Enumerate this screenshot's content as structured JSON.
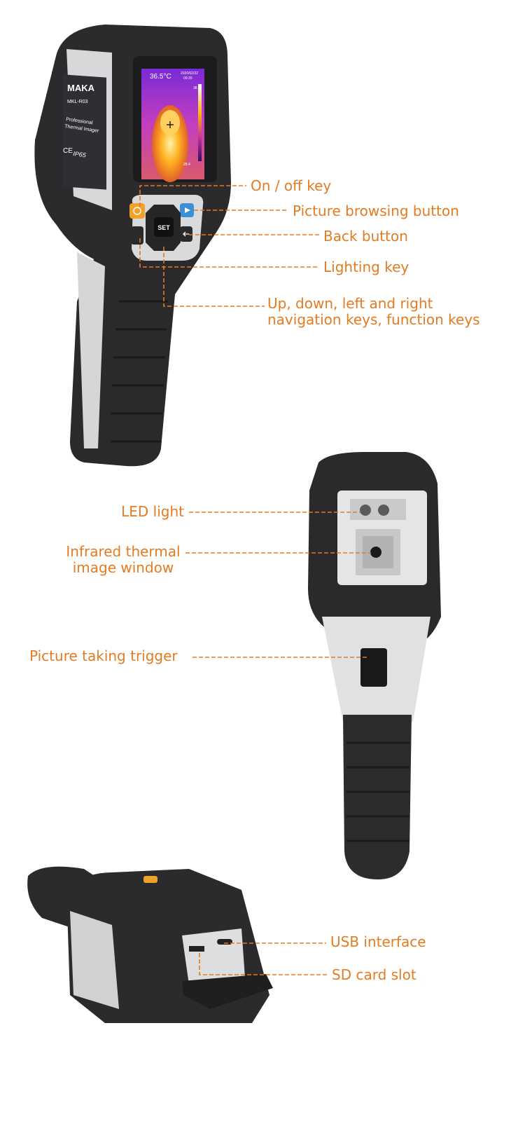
{
  "device": {
    "brand": "MAKA",
    "model": "MKL-R03",
    "description_line1": "Professional",
    "description_line2": "Thermal Imager",
    "ce_mark": "CE",
    "rating": "IP65",
    "screen": {
      "temperature": "36.5°C",
      "date": "2020/02/22",
      "time": "09:20",
      "scale_max": "38.8",
      "scale_min": "28.4"
    },
    "set_button": "SET"
  },
  "front_view": {
    "labels": [
      {
        "text": "On / off key"
      },
      {
        "text": "Picture browsing button"
      },
      {
        "text": "Back button"
      },
      {
        "text": "Lighting key"
      },
      {
        "line1": "Up, down, left and right",
        "line2": "navigation keys, function keys"
      }
    ]
  },
  "back_view": {
    "labels": [
      {
        "text": "LED light"
      },
      {
        "line1": "Infrared thermal",
        "line2": "image window"
      },
      {
        "text": "Picture taking trigger"
      }
    ]
  },
  "bottom_view": {
    "labels": [
      {
        "text": "USB interface"
      },
      {
        "text": "SD card slot"
      }
    ]
  },
  "colors": {
    "label": "#e57b21",
    "power_button": "#f0a12a",
    "browse_button": "#3b8fd6"
  }
}
